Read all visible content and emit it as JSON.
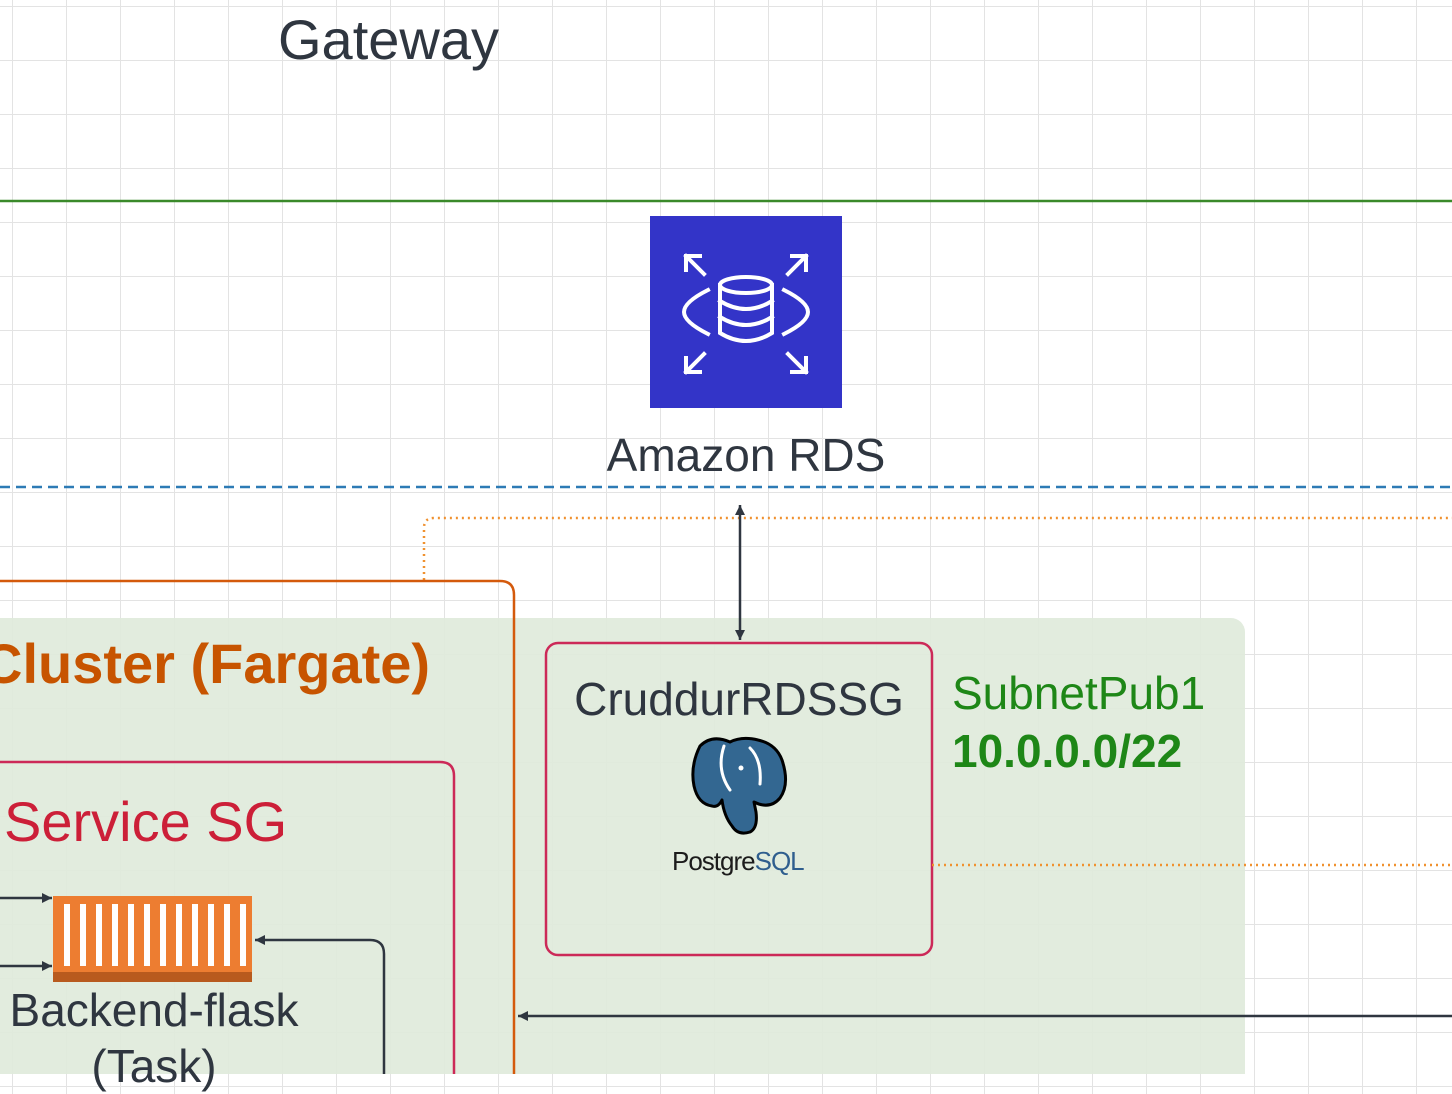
{
  "gateway_label": "Gateway",
  "rds": {
    "label": "Amazon RDS",
    "icon": "rds-database-icon",
    "color": "#3334c8"
  },
  "cluster": {
    "label": "Cluster (Fargate)",
    "color": "#d45a0c"
  },
  "service_sg": {
    "label": "Service SG",
    "color": "#cc1f38"
  },
  "rds_sg": {
    "label": "CruddurRDSSG",
    "color": "#cc2958"
  },
  "subnet": {
    "name": "SubnetPub1",
    "cidr": "10.0.0.0/22",
    "color": "#1e8717",
    "fill": "#dfeadb"
  },
  "postgres_logo": {
    "prefix": "Postgre",
    "suffix": "SQL",
    "icon": "postgresql-elephant-icon"
  },
  "task": {
    "line1": "Backend-flask",
    "line2": "(Task)",
    "icon": "container-icon",
    "color": "#ed7d31"
  },
  "lines": {
    "vpc_border": "#3a8a2a",
    "subnet_dashed": "#2d7bb5",
    "dotted_orange": "#f0912f",
    "arrow": "#2f3640"
  }
}
